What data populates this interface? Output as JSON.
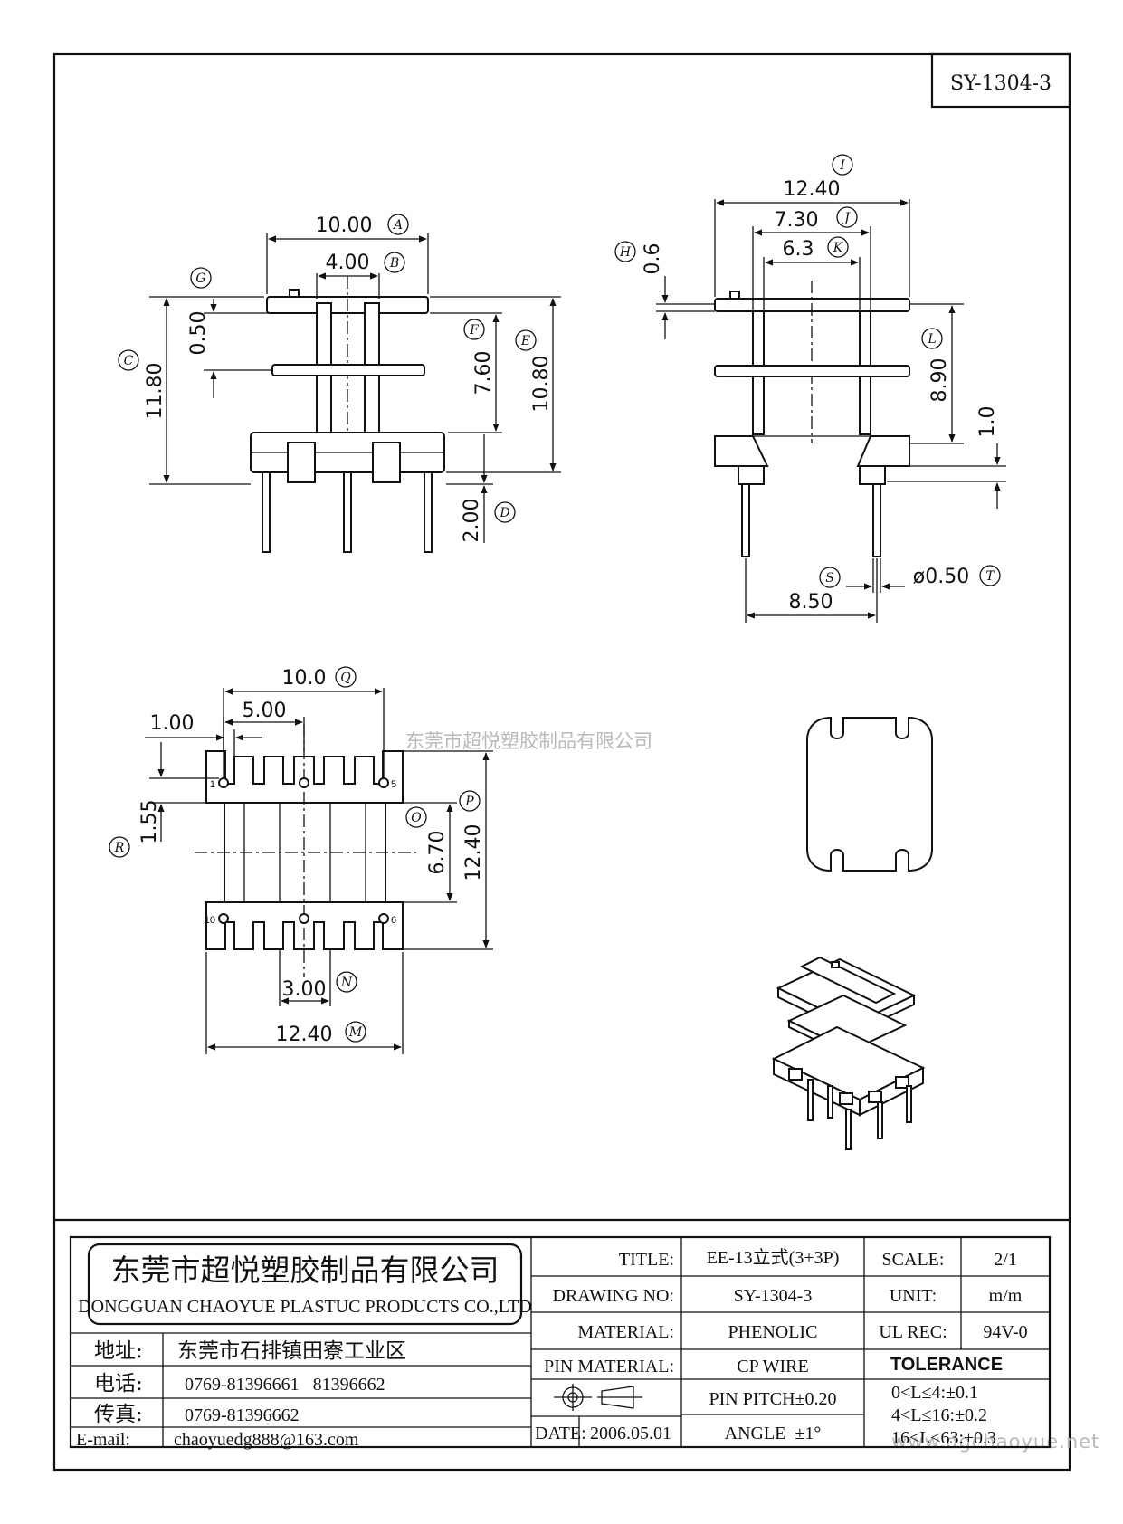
{
  "drawing_number": "SY-1304-3",
  "watermark": {
    "company": "东莞市超悦塑胶制品有限公司",
    "site": "www.dgchaoyue.net"
  },
  "front_view": {
    "dims": [
      {
        "value": "10.00",
        "tag": "A"
      },
      {
        "value": "4.00",
        "tag": "B"
      },
      {
        "value": "11.80",
        "tag": "C"
      },
      {
        "value": "2.00",
        "tag": "D"
      },
      {
        "value": "10.80",
        "tag": "E"
      },
      {
        "value": "7.60",
        "tag": "F"
      },
      {
        "value": "0.50",
        "tag": "G"
      }
    ]
  },
  "side_view": {
    "dims": [
      {
        "value": "0.6",
        "tag": "H"
      },
      {
        "value": "12.40",
        "tag": "I"
      },
      {
        "value": "7.30",
        "tag": "J"
      },
      {
        "value": "6.3",
        "tag": "K"
      },
      {
        "value": "8.90",
        "tag": "L"
      },
      {
        "value": "1.0",
        "tag": ""
      },
      {
        "value": "8.50",
        "tag": "S"
      },
      {
        "value": "ø0.50",
        "tag": "T"
      }
    ]
  },
  "bottom_view": {
    "dims": [
      {
        "value": "10.0",
        "tag": "Q"
      },
      {
        "value": "1.00",
        "tag": ""
      },
      {
        "value": "5.00",
        "tag": ""
      },
      {
        "value": "1.55",
        "tag": "R"
      },
      {
        "value": "6.70",
        "tag": "O"
      },
      {
        "value": "12.40",
        "tag": "P"
      },
      {
        "value": "3.00",
        "tag": "N"
      },
      {
        "value": "12.40",
        "tag": "M"
      }
    ],
    "pins": {
      "p1": "1",
      "p5": "5",
      "p6": "6",
      "p10": "10"
    }
  },
  "title_block": {
    "company_cn": "东莞市超悦塑胶制品有限公司",
    "company_en": "DONGGUAN CHAOYUE PLASTUC PRODUCTS CO.,LTD",
    "address_label": "地址:",
    "address": "东莞市石排镇田寮工业区",
    "phone_label": "电话:",
    "phone": "0769-81396661   81396662",
    "fax_label": "传真:",
    "fax": "0769-81396662",
    "email_label": "E-mail:",
    "email": "chaoyuedg888@163.com",
    "title_label": "TITLE:",
    "title": "EE-13立式(3+3P)",
    "drawing_no_label": "DRAWING NO:",
    "drawing_no": "SY-1304-3",
    "material_label": "MATERIAL:",
    "material": "PHENOLIC",
    "pin_material_label": "PIN MATERIAL:",
    "pin_material": "CP WIRE",
    "date_label": "DATE:",
    "date": "2006.05.01",
    "pin_pitch": "PIN PITCH±0.20",
    "angle": "ANGLE  ±1°",
    "scale_label": "SCALE:",
    "scale": "2/1",
    "unit_label": "UNIT:",
    "unit": "m/m",
    "ul_rec_label": "UL REC:",
    "ul_rec": "94V-0",
    "tolerance_label": "TOLERANCE",
    "tolerance": [
      "0<L≤4:±0.1",
      "4<L≤16:±0.2",
      "16<L≤63:±0.3"
    ]
  }
}
